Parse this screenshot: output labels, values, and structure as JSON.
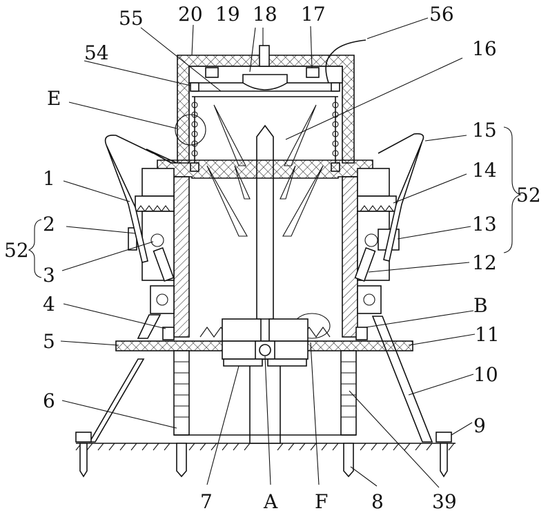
{
  "figure": {
    "labels": {
      "l1": "1",
      "l2": "2",
      "l3": "3",
      "l4": "4",
      "l5": "5",
      "l6": "6",
      "l7": "7",
      "l8": "8",
      "l9": "9",
      "l10": "10",
      "l11": "11",
      "l12": "12",
      "l13": "13",
      "l14": "14",
      "l15": "15",
      "l16": "16",
      "l17": "17",
      "l18": "18",
      "l19": "19",
      "l20": "20",
      "l39": "39",
      "l52a": "52",
      "l52b": "52",
      "l54": "54",
      "l55": "55",
      "l56": "56",
      "lA": "A",
      "lB": "B",
      "lE": "E",
      "lF": "F"
    }
  }
}
